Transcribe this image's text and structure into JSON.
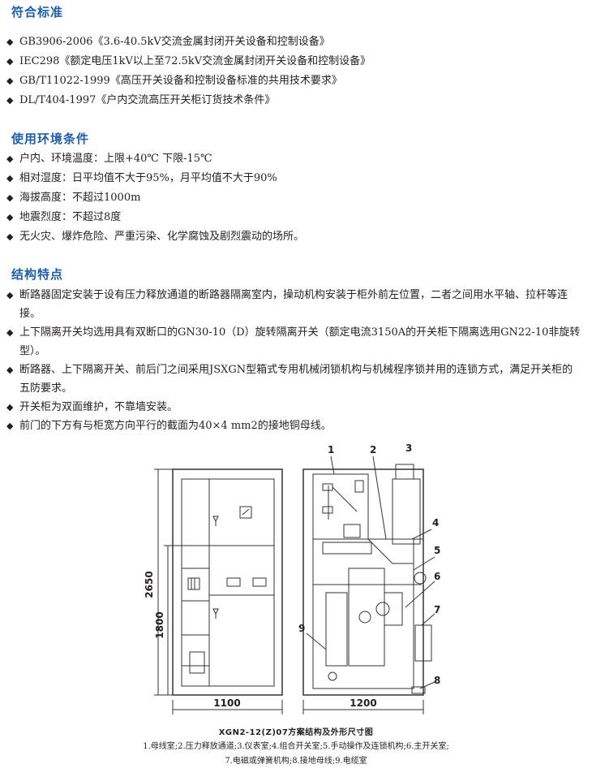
{
  "sections": {
    "standards": {
      "title": "符合标准",
      "items": [
        "GB3906-2006《3.6-40.5kV交流金属封闭开关设备和控制设备》",
        "IEC298《额定电压1kV以上至72.5kV交流金属封闭开关设备和控制设备》",
        "GB/T11022-1999《高压开关设备和控制设备标准的共用技术要求》",
        "DL/T404-1997《户内交流高压开关柜订货技术条件》"
      ]
    },
    "environment": {
      "title": "使用环境条件",
      "items": [
        "户内、环境温度：上限+40℃ 下限-15℃",
        "相对湿度：日平均值不大于95%，月平均值不大于90%",
        "海拔高度：不超过1000m",
        "地震烈度：不超过8度",
        "无火灾、爆炸危险、严重污染、化学腐蚀及剧烈震动的场所。"
      ]
    },
    "structure": {
      "title": "结构特点",
      "items": [
        "断路器固定安装于设有压力释放通道的断路器隔离室内，操动机构安装于柜外前左位置，二者之间用水平轴、拉杆等连接。",
        "上下隔离开关均选用具有双断口的GN30-10（D）旋转隔离开关（额定电流3150A的开关柜下隔离选用GN22-10非旋转型）。",
        "断路器、上下隔离开关、前后门之间采用JSXGN型箱式专用机械闭锁机构与机械程序锁并用的连锁方式，满足开关柜的五防要求。",
        "开关柜为双面维护，不靠墙安装。",
        "前门的下方有与柜宽方向平行的截面为40×4 mm2的接地铜母线。"
      ]
    }
  },
  "figure": {
    "dims": {
      "height_total": "2650",
      "height_lower": "1800",
      "width_front": "1100",
      "width_side": "1200"
    },
    "labels": [
      "1",
      "2",
      "3",
      "4",
      "5",
      "6",
      "7",
      "8",
      "9"
    ],
    "caption": "XGN2-12(Z)07方案结构及外形尺寸图",
    "legend_line1": "1.母线室;2.压力释放通道;3.仪表室;4.组合开关室;5.手动操作及连锁机构;6.主开关室;",
    "legend_line2": "7.电磁或弹簧机构;8.接地母线;9.电缆室"
  },
  "colors": {
    "title": "#1d5fae",
    "text": "#231f20",
    "line": "#333333"
  }
}
